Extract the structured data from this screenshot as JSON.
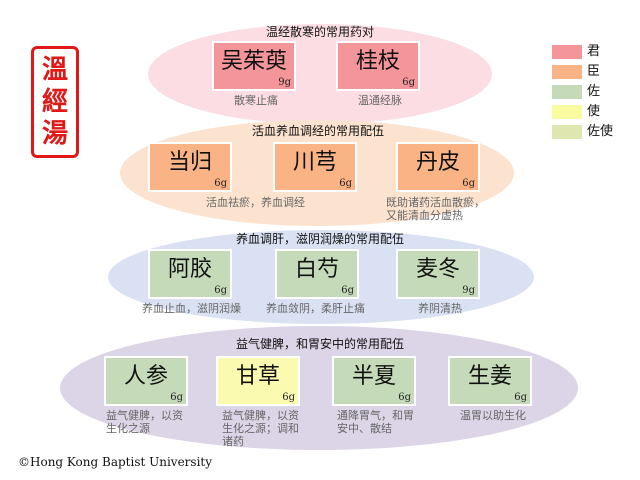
{
  "seal_text": [
    "溫",
    "經",
    "湯"
  ],
  "legend": [
    {
      "label": "君",
      "color": "#f4959a"
    },
    {
      "label": "臣",
      "color": "#f9b385"
    },
    {
      "label": "佐",
      "color": "#c5dab8"
    },
    {
      "label": "使",
      "color": "#fafaa0"
    },
    {
      "label": "佐使",
      "color": "#dfe6b0"
    }
  ],
  "groups": [
    {
      "title": "温经散寒的常用药对",
      "color": "#fcdde3",
      "herbs": [
        {
          "name": "吴茱萸",
          "dose": "9g",
          "role": "君",
          "caption": "散寒止痛"
        },
        {
          "name": "桂枝",
          "dose": "6g",
          "role": "君",
          "caption": "温通经脉"
        }
      ]
    },
    {
      "title": "活血养血调经的常用配伍",
      "color": "#fce3cf",
      "herbs": [
        {
          "name": "当归",
          "dose": "6g",
          "role": "臣",
          "caption": "活血祛瘀，养血调经"
        },
        {
          "name": "川芎",
          "dose": "6g",
          "role": "臣",
          "caption": ""
        },
        {
          "name": "丹皮",
          "dose": "6g",
          "role": "臣",
          "caption": "既助诸药活血散瘀，又能清血分虚热"
        }
      ]
    },
    {
      "title": "养血调肝，滋阴润燥的常用配伍",
      "color": "#d9e1f3",
      "herbs": [
        {
          "name": "阿胶",
          "dose": "6g",
          "role": "佐",
          "caption": "养血止血，滋阴润燥"
        },
        {
          "name": "白芍",
          "dose": "6g",
          "role": "佐",
          "caption": "养血敛阴，柔肝止痛"
        },
        {
          "name": "麦冬",
          "dose": "9g",
          "role": "佐",
          "caption": "养阴清热"
        }
      ]
    },
    {
      "title": "益气健脾，和胃安中的常用配伍",
      "color": "#dcd4e7",
      "herbs": [
        {
          "name": "人参",
          "dose": "6g",
          "role": "佐",
          "caption": "益气健脾，以资生化之源"
        },
        {
          "name": "甘草",
          "dose": "6g",
          "role": "使",
          "caption": "益气健脾，以资生化之源；调和诸药"
        },
        {
          "name": "半夏",
          "dose": "6g",
          "role": "佐",
          "caption": "通降胃气，和胃安中、散结"
        },
        {
          "name": "生姜",
          "dose": "6g",
          "role": "佐",
          "caption": "温胃以助生化"
        }
      ]
    }
  ],
  "copyright": "©Hong Kong Baptist University"
}
